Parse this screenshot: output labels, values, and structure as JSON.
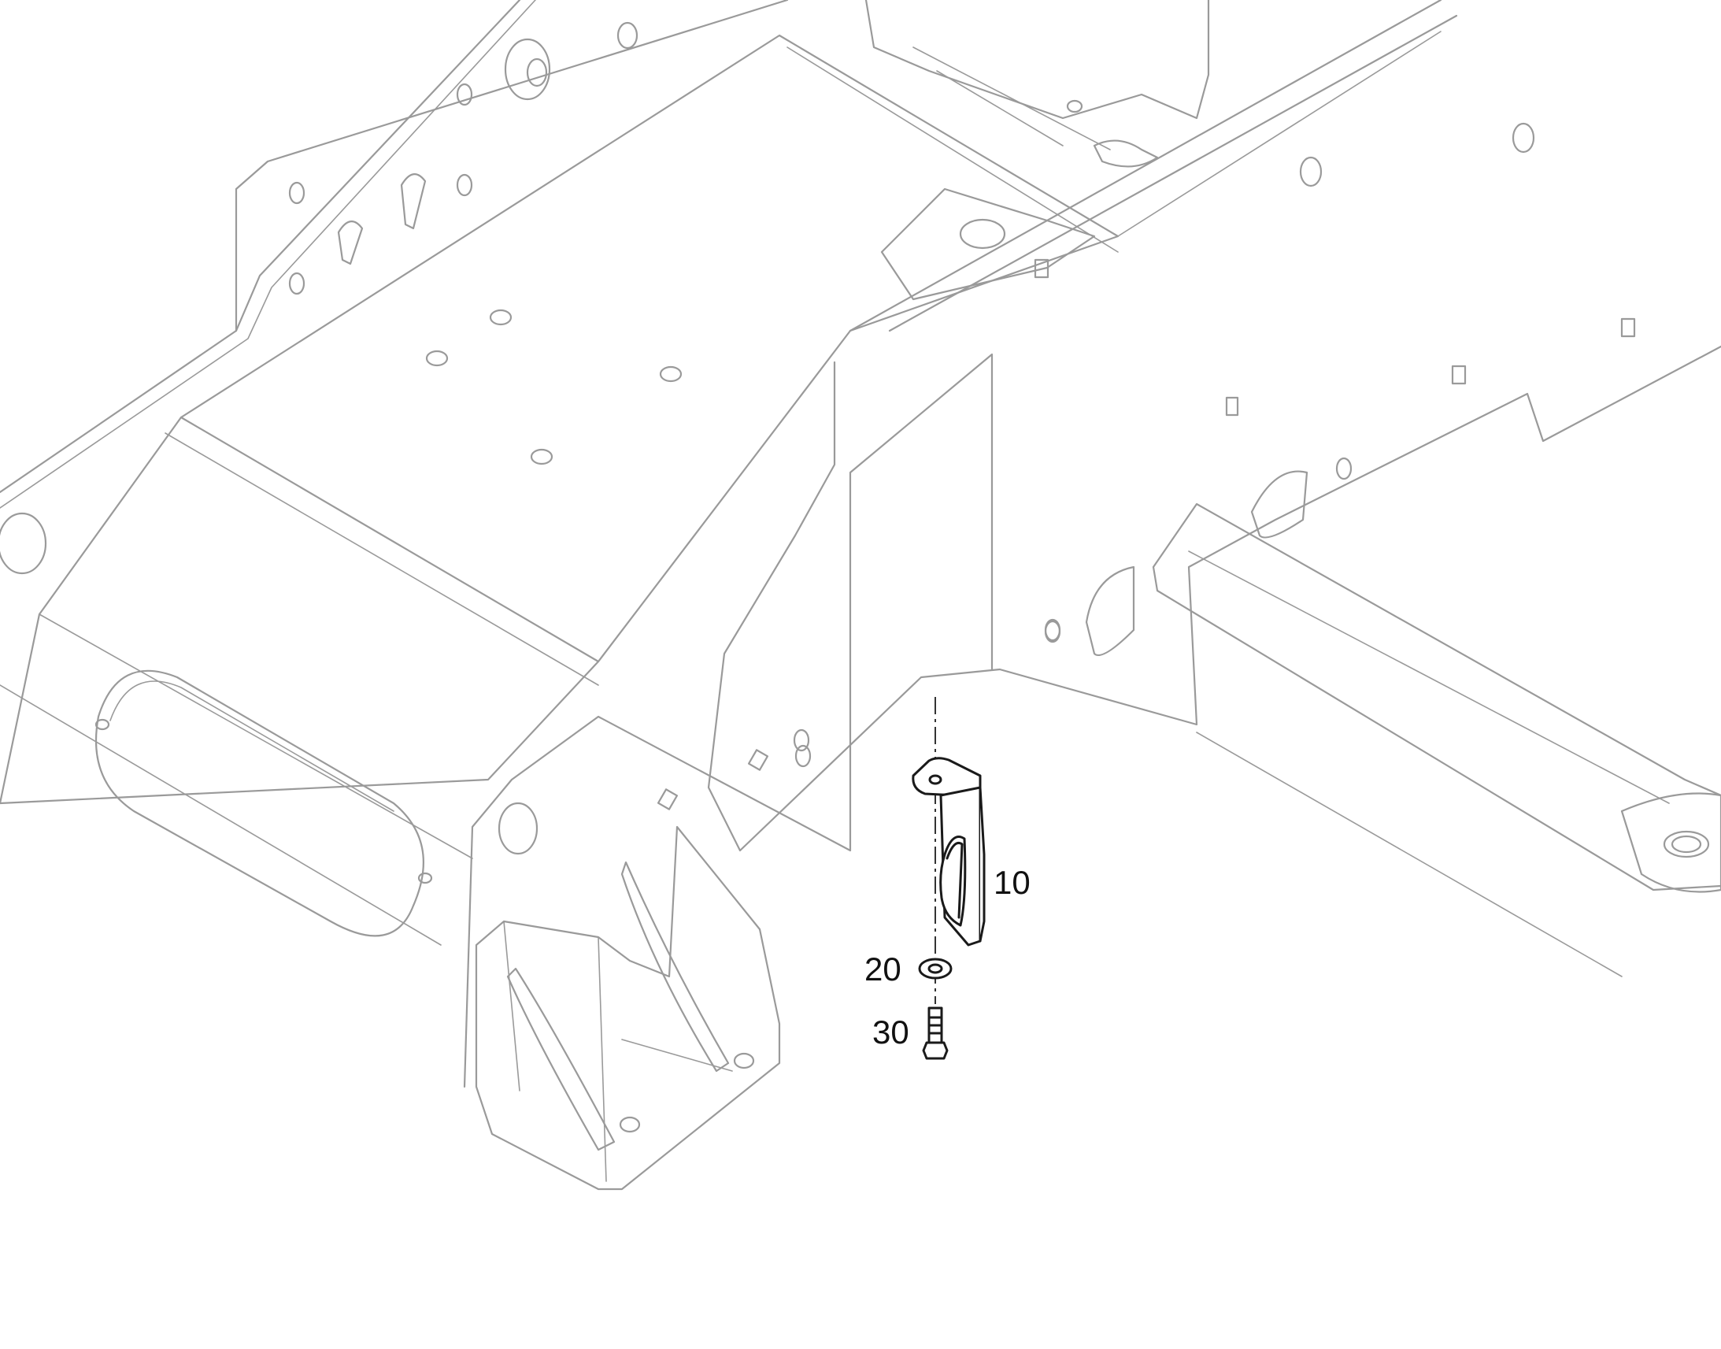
{
  "diagram": {
    "callouts": [
      {
        "id": "bracket",
        "label": "10"
      },
      {
        "id": "washer",
        "label": "20"
      },
      {
        "id": "bolt",
        "label": "30"
      }
    ],
    "colors": {
      "frame_lines": "#9a9a9a",
      "part_lines": "#1a1a1a",
      "background": "#ffffff"
    }
  }
}
